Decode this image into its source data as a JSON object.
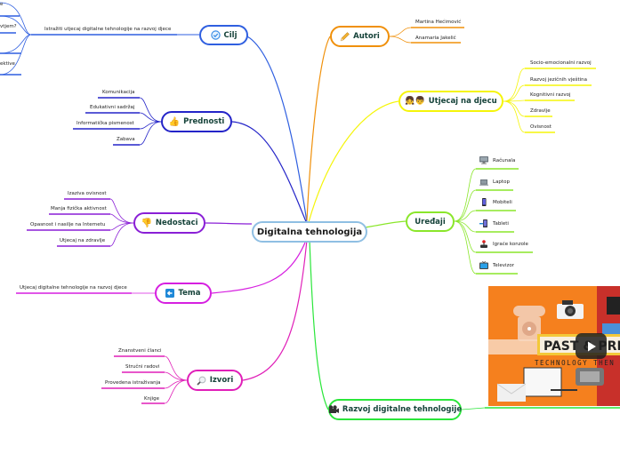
{
  "central": {
    "label": "Digitalna tehnologija"
  },
  "colors": {
    "cilj": "#2f5fe0",
    "prednosti": "#2424c8",
    "nedostaci": "#8a1fd6",
    "tema": "#d61fe0",
    "izvori": "#e01fb8",
    "autori": "#f0900a",
    "utjecaj": "#f5f50a",
    "uredjaji": "#8ae62a",
    "razvoj": "#2ae63a"
  },
  "branches": {
    "cilj": {
      "label": "Cilj",
      "icon": "check-circle-icon",
      "children": [
        {
          "label": "Istražiti utjecaj digitalne tehnologije na razvoj djece"
        }
      ],
      "grandchildren": [
        {
          "label": "e"
        },
        {
          "label": "vtjem?"
        },
        {
          "label": ""
        },
        {
          "label": "ektive"
        }
      ]
    },
    "prednosti": {
      "label": "Prednosti",
      "icon": "thumbs-up-icon",
      "children": [
        {
          "label": "Komunikacija"
        },
        {
          "label": "Edukativni sadržaj"
        },
        {
          "label": "Informatička pismenost"
        },
        {
          "label": "Zabava"
        }
      ]
    },
    "nedostaci": {
      "label": "Nedostaci",
      "icon": "thumbs-down-icon",
      "children": [
        {
          "label": "Izaziva ovisnost"
        },
        {
          "label": "Manja fizička aktivnost"
        },
        {
          "label": "Opasnost i nasilje na Internetu"
        },
        {
          "label": "Utjecaj na zdravlje"
        }
      ]
    },
    "tema": {
      "label": "Tema",
      "icon": "arrow-left-icon",
      "children": [
        {
          "label": "Utjecaj digitalne tehnologije na razvoj djece"
        }
      ]
    },
    "izvori": {
      "label": "Izvori",
      "icon": "magnifier-icon",
      "children": [
        {
          "label": "Znanstveni članci"
        },
        {
          "label": "Stručni radovi"
        },
        {
          "label": "Provedena istraživanja"
        },
        {
          "label": "Knjige"
        }
      ]
    },
    "autori": {
      "label": "Autori",
      "icon": "pencil-icon",
      "children": [
        {
          "label": "Martina Hećimović"
        },
        {
          "label": "Anamaria Jakelić"
        }
      ]
    },
    "utjecaj": {
      "label": "Utjecaj na djecu",
      "icon": "children-icon",
      "children": [
        {
          "label": "Socio-emocionalni razvoj"
        },
        {
          "label": "Razvoj jezičnih vještina"
        },
        {
          "label": "Kognitivni razvoj"
        },
        {
          "label": "Zdravlje"
        },
        {
          "label": "Ovisnost"
        }
      ]
    },
    "uredjaji": {
      "label": "Uređaji",
      "children": [
        {
          "label": "Računala",
          "icon": "desktop-icon"
        },
        {
          "label": "Laptop",
          "icon": "laptop-icon"
        },
        {
          "label": "Mobiteli",
          "icon": "phone-icon"
        },
        {
          "label": "Tableti",
          "icon": "tablet-icon"
        },
        {
          "label": "Igraće konzole",
          "icon": "joystick-icon"
        },
        {
          "label": "Televizor",
          "icon": "tv-icon"
        }
      ]
    },
    "razvoj": {
      "label": "Razvoj digitalne tehnologije",
      "icon": "film-camera-icon",
      "video": {
        "title_line1": "PAST & PRE",
        "title_line2": "TECHNOLOGY THEN",
        "play_icon": "play-icon"
      }
    }
  }
}
